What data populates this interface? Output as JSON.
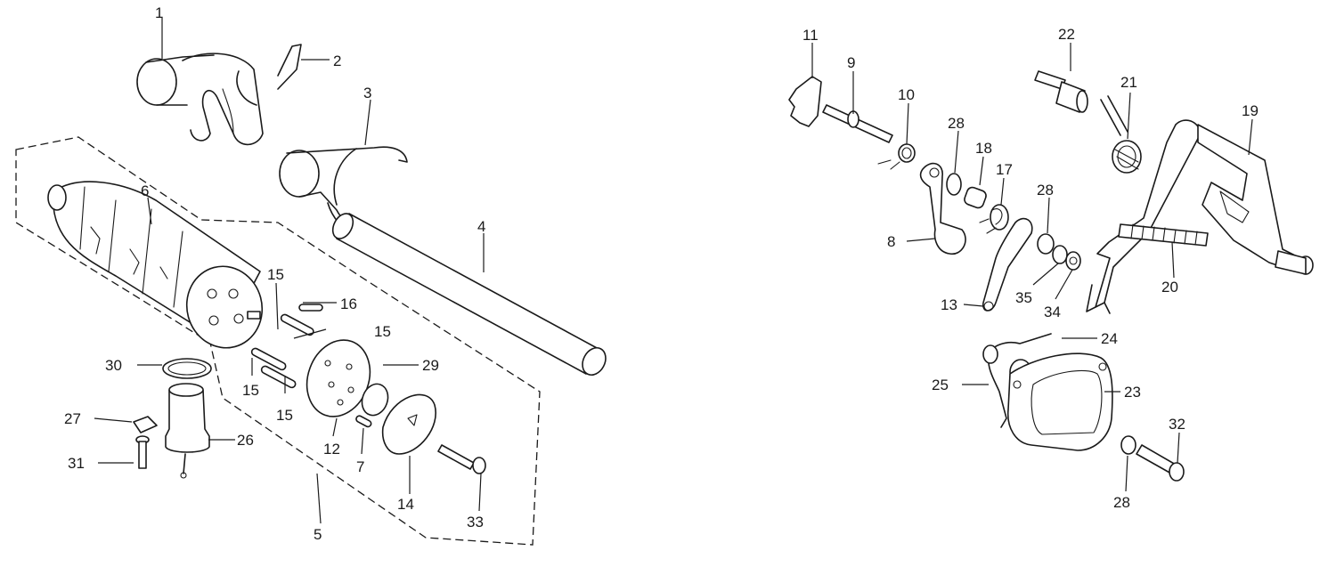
{
  "callouts": [
    {
      "id": "c1",
      "text": "1"
    },
    {
      "id": "c2",
      "text": "2"
    },
    {
      "id": "c3",
      "text": "3"
    },
    {
      "id": "c4",
      "text": "4"
    },
    {
      "id": "c5",
      "text": "5"
    },
    {
      "id": "c6",
      "text": "6"
    },
    {
      "id": "c7",
      "text": "7"
    },
    {
      "id": "c8",
      "text": "8"
    },
    {
      "id": "c9",
      "text": "9"
    },
    {
      "id": "c10",
      "text": "10"
    },
    {
      "id": "c11",
      "text": "11"
    },
    {
      "id": "c12",
      "text": "12"
    },
    {
      "id": "c13",
      "text": "13"
    },
    {
      "id": "c14",
      "text": "14"
    },
    {
      "id": "c15a",
      "text": "15"
    },
    {
      "id": "c15b",
      "text": "15"
    },
    {
      "id": "c15c",
      "text": "15"
    },
    {
      "id": "c15d",
      "text": "15"
    },
    {
      "id": "c16",
      "text": "16"
    },
    {
      "id": "c17",
      "text": "17"
    },
    {
      "id": "c18",
      "text": "18"
    },
    {
      "id": "c19",
      "text": "19"
    },
    {
      "id": "c20",
      "text": "20"
    },
    {
      "id": "c21",
      "text": "21"
    },
    {
      "id": "c22",
      "text": "22"
    },
    {
      "id": "c23",
      "text": "23"
    },
    {
      "id": "c24",
      "text": "24"
    },
    {
      "id": "c25",
      "text": "25"
    },
    {
      "id": "c26",
      "text": "26"
    },
    {
      "id": "c27",
      "text": "27"
    },
    {
      "id": "c28a",
      "text": "28"
    },
    {
      "id": "c28b",
      "text": "28"
    },
    {
      "id": "c28c",
      "text": "28"
    },
    {
      "id": "c29",
      "text": "29"
    },
    {
      "id": "c30",
      "text": "30"
    },
    {
      "id": "c31",
      "text": "31"
    },
    {
      "id": "c32",
      "text": "32"
    },
    {
      "id": "c33",
      "text": "33"
    },
    {
      "id": "c34",
      "text": "34"
    },
    {
      "id": "c35",
      "text": "35"
    }
  ]
}
